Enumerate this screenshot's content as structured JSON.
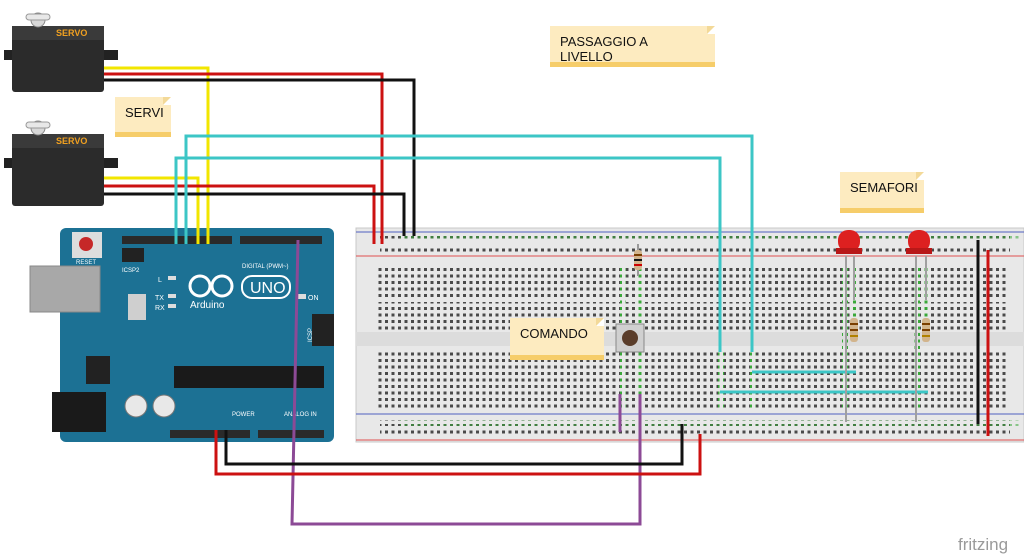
{
  "notes": {
    "passaggio": "PASSAGGIO A LIVELLO",
    "servi": "SERVI",
    "semafori": "SEMAFORI",
    "comando": "COMANDO"
  },
  "servo_label": "SERVO",
  "arduino": {
    "brand": "Arduino",
    "model": "UNO",
    "reset": "RESET",
    "icsp2": "ICSP2",
    "icsp": "ICSP",
    "on": "ON",
    "led_l": "L",
    "led_tx": "TX",
    "led_rx": "RX",
    "digital": "DIGITAL (PWM~)",
    "power": "POWER",
    "analog": "ANALOG IN"
  },
  "app_brand": "fritzing",
  "colors": {
    "arduino_board": "#1c7194",
    "breadboard": "#e8e8e8",
    "rail_red": "#e05050",
    "rail_blue": "#5060c0",
    "wire_red": "#cc1111",
    "wire_black": "#111111",
    "wire_yellow": "#f2e600",
    "wire_cyan": "#3cc6c6",
    "wire_purple": "#8c4a96",
    "wire_green": "#228822",
    "led": "#dd2020",
    "note_bg": "#fdebc0"
  }
}
